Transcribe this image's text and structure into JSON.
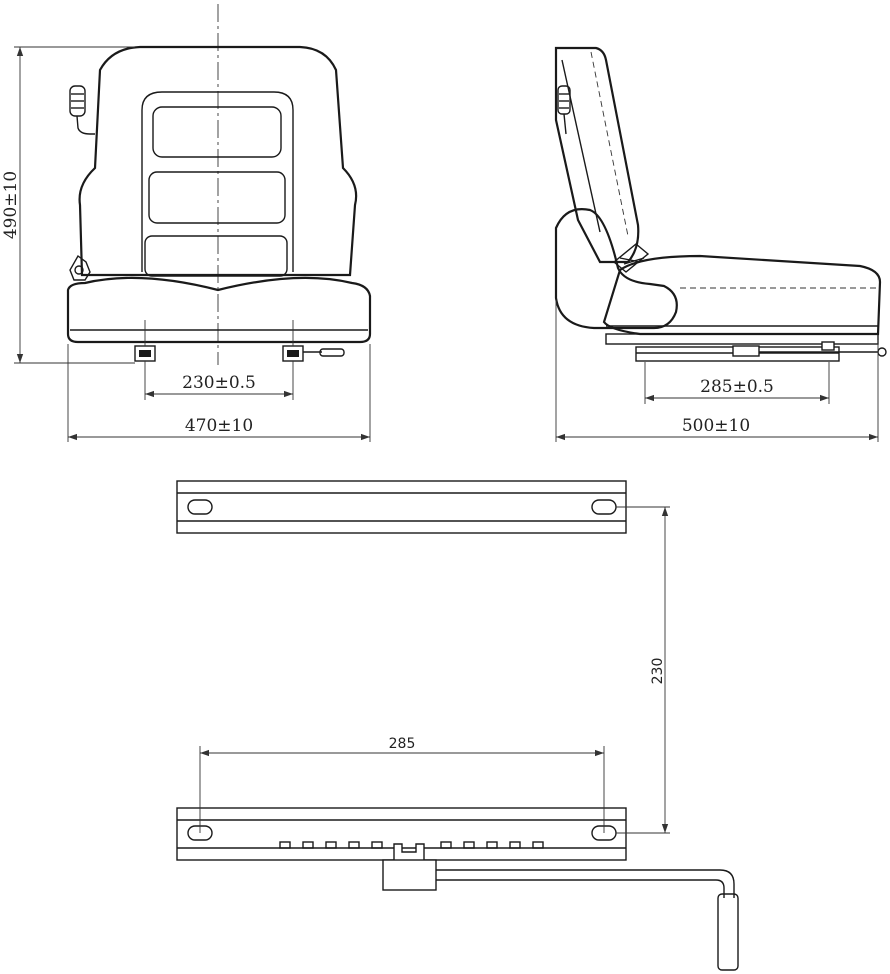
{
  "front_view": {
    "height_label": "490±10",
    "mount_spacing_label": "230±0.5",
    "width_label": "470±10"
  },
  "side_view": {
    "rail_spacing_label": "285±0.5",
    "depth_label": "500±10"
  },
  "slide_rails": {
    "rail_distance_label": "230",
    "hole_spacing_label": "285"
  },
  "colors": {
    "line": "#1a1a1a",
    "background": "#ffffff"
  }
}
